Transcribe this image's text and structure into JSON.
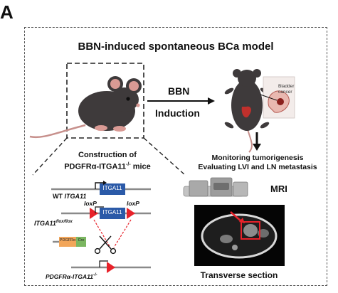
{
  "panel_label": "A",
  "title": "BBN-induced spontaneous BCa model",
  "arrow_label_top": "BBN",
  "arrow_label_bottom": "Induction",
  "mouse_caption_line1": "Construction of",
  "mouse_caption_line2": "PDGFRα-ITGA11",
  "mouse_caption_sup": "-/-",
  "mouse_caption_suffix": " mice",
  "bladder_label_line1": "Bladder",
  "bladder_label_line2": "cancer",
  "monitor_line1": "Monitoring tumorigenesis",
  "monitor_line2": "Evaluating LVI and LN metastasis",
  "mri_label": "MRI",
  "transverse_label": "Transverse section",
  "genetics": {
    "wt_prefix": "WT ",
    "wt_gene": "ITGA11",
    "itga11_box": "ITGA11",
    "itga11_box2": "ITGA11",
    "loxp_left": "loxP",
    "loxp_right": "loxP",
    "flox_gene": "ITGA11",
    "flox_sup": "flox/flox",
    "pdgfra_box": "PDGFRα",
    "cre_box": "Cre",
    "ko_gene": "PDGFRα-ITGA11",
    "ko_sup": "-/-"
  },
  "colors": {
    "gene_box": "#2b5aa8",
    "loxp": "#e8222a",
    "pdgfra_box": "#f2a65a",
    "cre_box": "#7bb661",
    "line_gray": "#8a8a8a",
    "mouse_body": "#3e3a3b",
    "mouse_ear": "#d99a94",
    "mri_machine": "#9c9c9c"
  }
}
